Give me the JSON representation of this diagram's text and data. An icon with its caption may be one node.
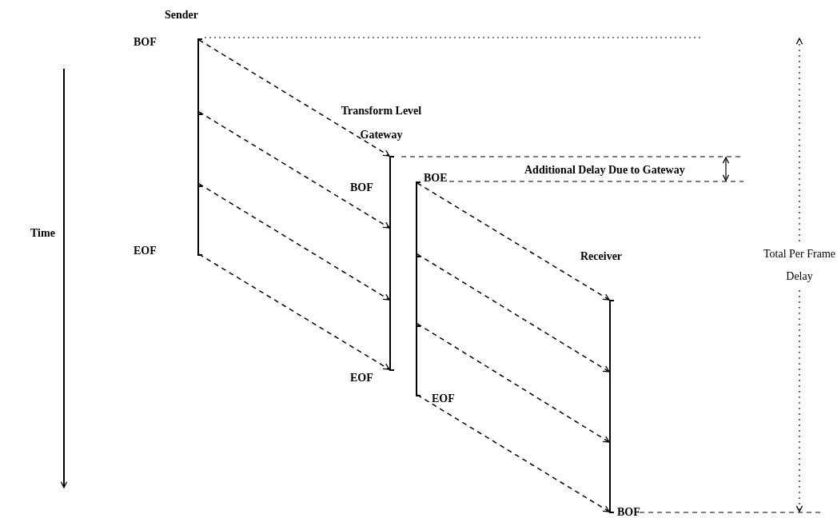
{
  "diagram": {
    "nodes": [
      {
        "text": [
          "Sender"
        ],
        "beside": [
          "BOF",
          "EOF"
        ]
      },
      {
        "text": [
          "Transform Level Gateway"
        ],
        "beside": [
          "BOF",
          "EOF"
        ]
      },
      {
        "text": [],
        "shape": "bar",
        "beside": [
          "BOE",
          "EOF"
        ]
      },
      {
        "text": [
          "Receiver"
        ],
        "beside": [
          "BOF"
        ]
      }
    ],
    "edges": [
      {
        "from": 0,
        "to": 1,
        "arrow": "to",
        "style": "dashed"
      },
      {
        "from": 0,
        "to": 1,
        "arrow": "to",
        "style": "dashed"
      },
      {
        "from": 0,
        "to": 1,
        "arrow": "to",
        "style": "dashed"
      },
      {
        "from": 0,
        "to": 1,
        "arrow": "to",
        "style": "dashed"
      },
      {
        "from": 2,
        "to": 3,
        "arrow": "to",
        "style": "dashed"
      },
      {
        "from": 2,
        "to": 3,
        "arrow": "to",
        "style": "dashed"
      },
      {
        "from": 2,
        "to": 3,
        "arrow": "to",
        "style": "dashed"
      },
      {
        "from": 2,
        "to": 3,
        "arrow": "to",
        "style": "dashed"
      }
    ],
    "labels": [
      "Time",
      "Additional Delay Due to Gateway",
      "Total Per Frame Delay"
    ]
  }
}
